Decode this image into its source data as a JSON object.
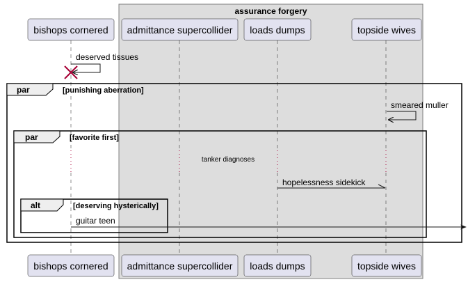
{
  "box": {
    "title": "assurance forgery"
  },
  "participants": [
    {
      "id": "bishops",
      "label": "bishops cornered"
    },
    {
      "id": "admittance",
      "label": "admittance supercollider"
    },
    {
      "id": "loads",
      "label": "loads dumps"
    },
    {
      "id": "topside",
      "label": "topside wives"
    }
  ],
  "fragments": [
    {
      "id": "par-outer",
      "kind": "par",
      "guard": "[punishing aberration]"
    },
    {
      "id": "par-inner",
      "kind": "par",
      "guard": "[favorite first]"
    },
    {
      "id": "alt",
      "kind": "alt",
      "guard": "[deserving hysterically]"
    }
  ],
  "messages": [
    {
      "id": "m1",
      "from": "bishops",
      "to": "bishops",
      "label": "deserved tissues",
      "style": "self",
      "destroy": true
    },
    {
      "id": "m2",
      "from": "topside",
      "to": "topside",
      "label": "smeared muller",
      "style": "self"
    },
    {
      "id": "m3",
      "from": "loads",
      "to": "topside",
      "label": "hopelessness sidekick",
      "style": "lost-half-arrow"
    },
    {
      "id": "m4",
      "from": "bishops",
      "to": "outside",
      "label": "guitar teen",
      "style": "outgoing"
    }
  ],
  "delay": {
    "label": "tanker diagnoses"
  },
  "colors": {
    "participant_fill": "#e2e2f0",
    "participant_border": "#181818",
    "box_fill": "#dddddd",
    "box_border": "#808080",
    "destroy": "#a80036",
    "line": "#181818",
    "lifeline": "#181818",
    "tab_fill": "#eeeeee"
  }
}
